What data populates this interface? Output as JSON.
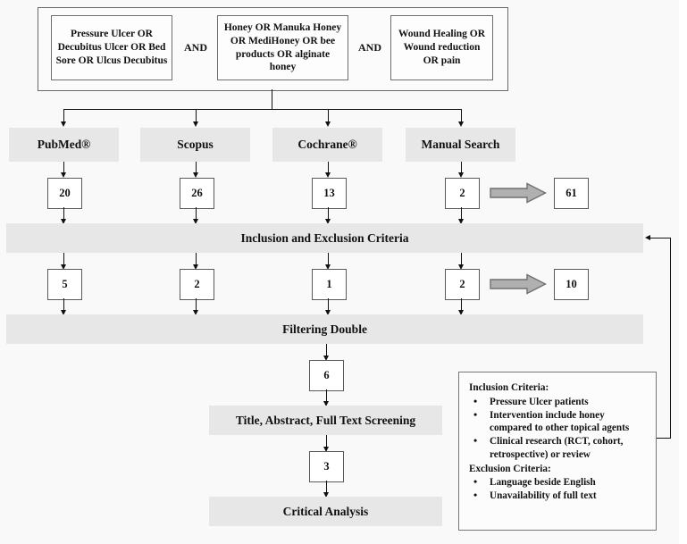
{
  "diagram": {
    "title": "PRISMA-style literature search flow diagram",
    "colors": {
      "bar_fill": "#e8e7e7",
      "box_border": "#5a5a5a",
      "line": "#111111",
      "block_arrow_fill": "#b0b0b0",
      "block_arrow_border": "#707070",
      "page_background": "#f9f9f9"
    },
    "query": {
      "terms": [
        "Pressure Ulcer OR Decubitus Ulcer OR Bed Sore OR Ulcus Decubitus",
        "Honey OR Manuka Honey OR MediHoney OR bee products OR alginate honey",
        "Wound Healing OR Wound reduction OR pain"
      ],
      "operators": [
        "AND",
        "AND"
      ]
    },
    "sources": [
      {
        "name": "PubMed®",
        "initial_count": "20",
        "after_criteria": "5"
      },
      {
        "name": "Scopus",
        "initial_count": "26",
        "after_criteria": "2"
      },
      {
        "name": "Cochrane®",
        "initial_count": "13",
        "after_criteria": "1"
      },
      {
        "name": "Manual Search",
        "initial_count": "2",
        "after_criteria": "2"
      }
    ],
    "totals": {
      "initial_total": "61",
      "after_criteria_total": "10"
    },
    "stages": {
      "criteria_bar": "Inclusion and Exclusion Criteria",
      "filtering_bar": "Filtering Double",
      "filtering_result": "6",
      "screening_bar": "Title, Abstract, Full Text Screening",
      "screening_result": "3",
      "analysis_bar": "Critical Analysis"
    },
    "criteria_panel": {
      "inclusion_heading": "Inclusion Criteria:",
      "inclusion_items": [
        "Pressure Ulcer patients",
        "Intervention include honey compared to other topical agents",
        "Clinical research (RCT, cohort, retrospective) or review"
      ],
      "exclusion_heading": "Exclusion Criteria:",
      "exclusion_items": [
        "Language beside English",
        "Unavailability of full text"
      ]
    }
  }
}
